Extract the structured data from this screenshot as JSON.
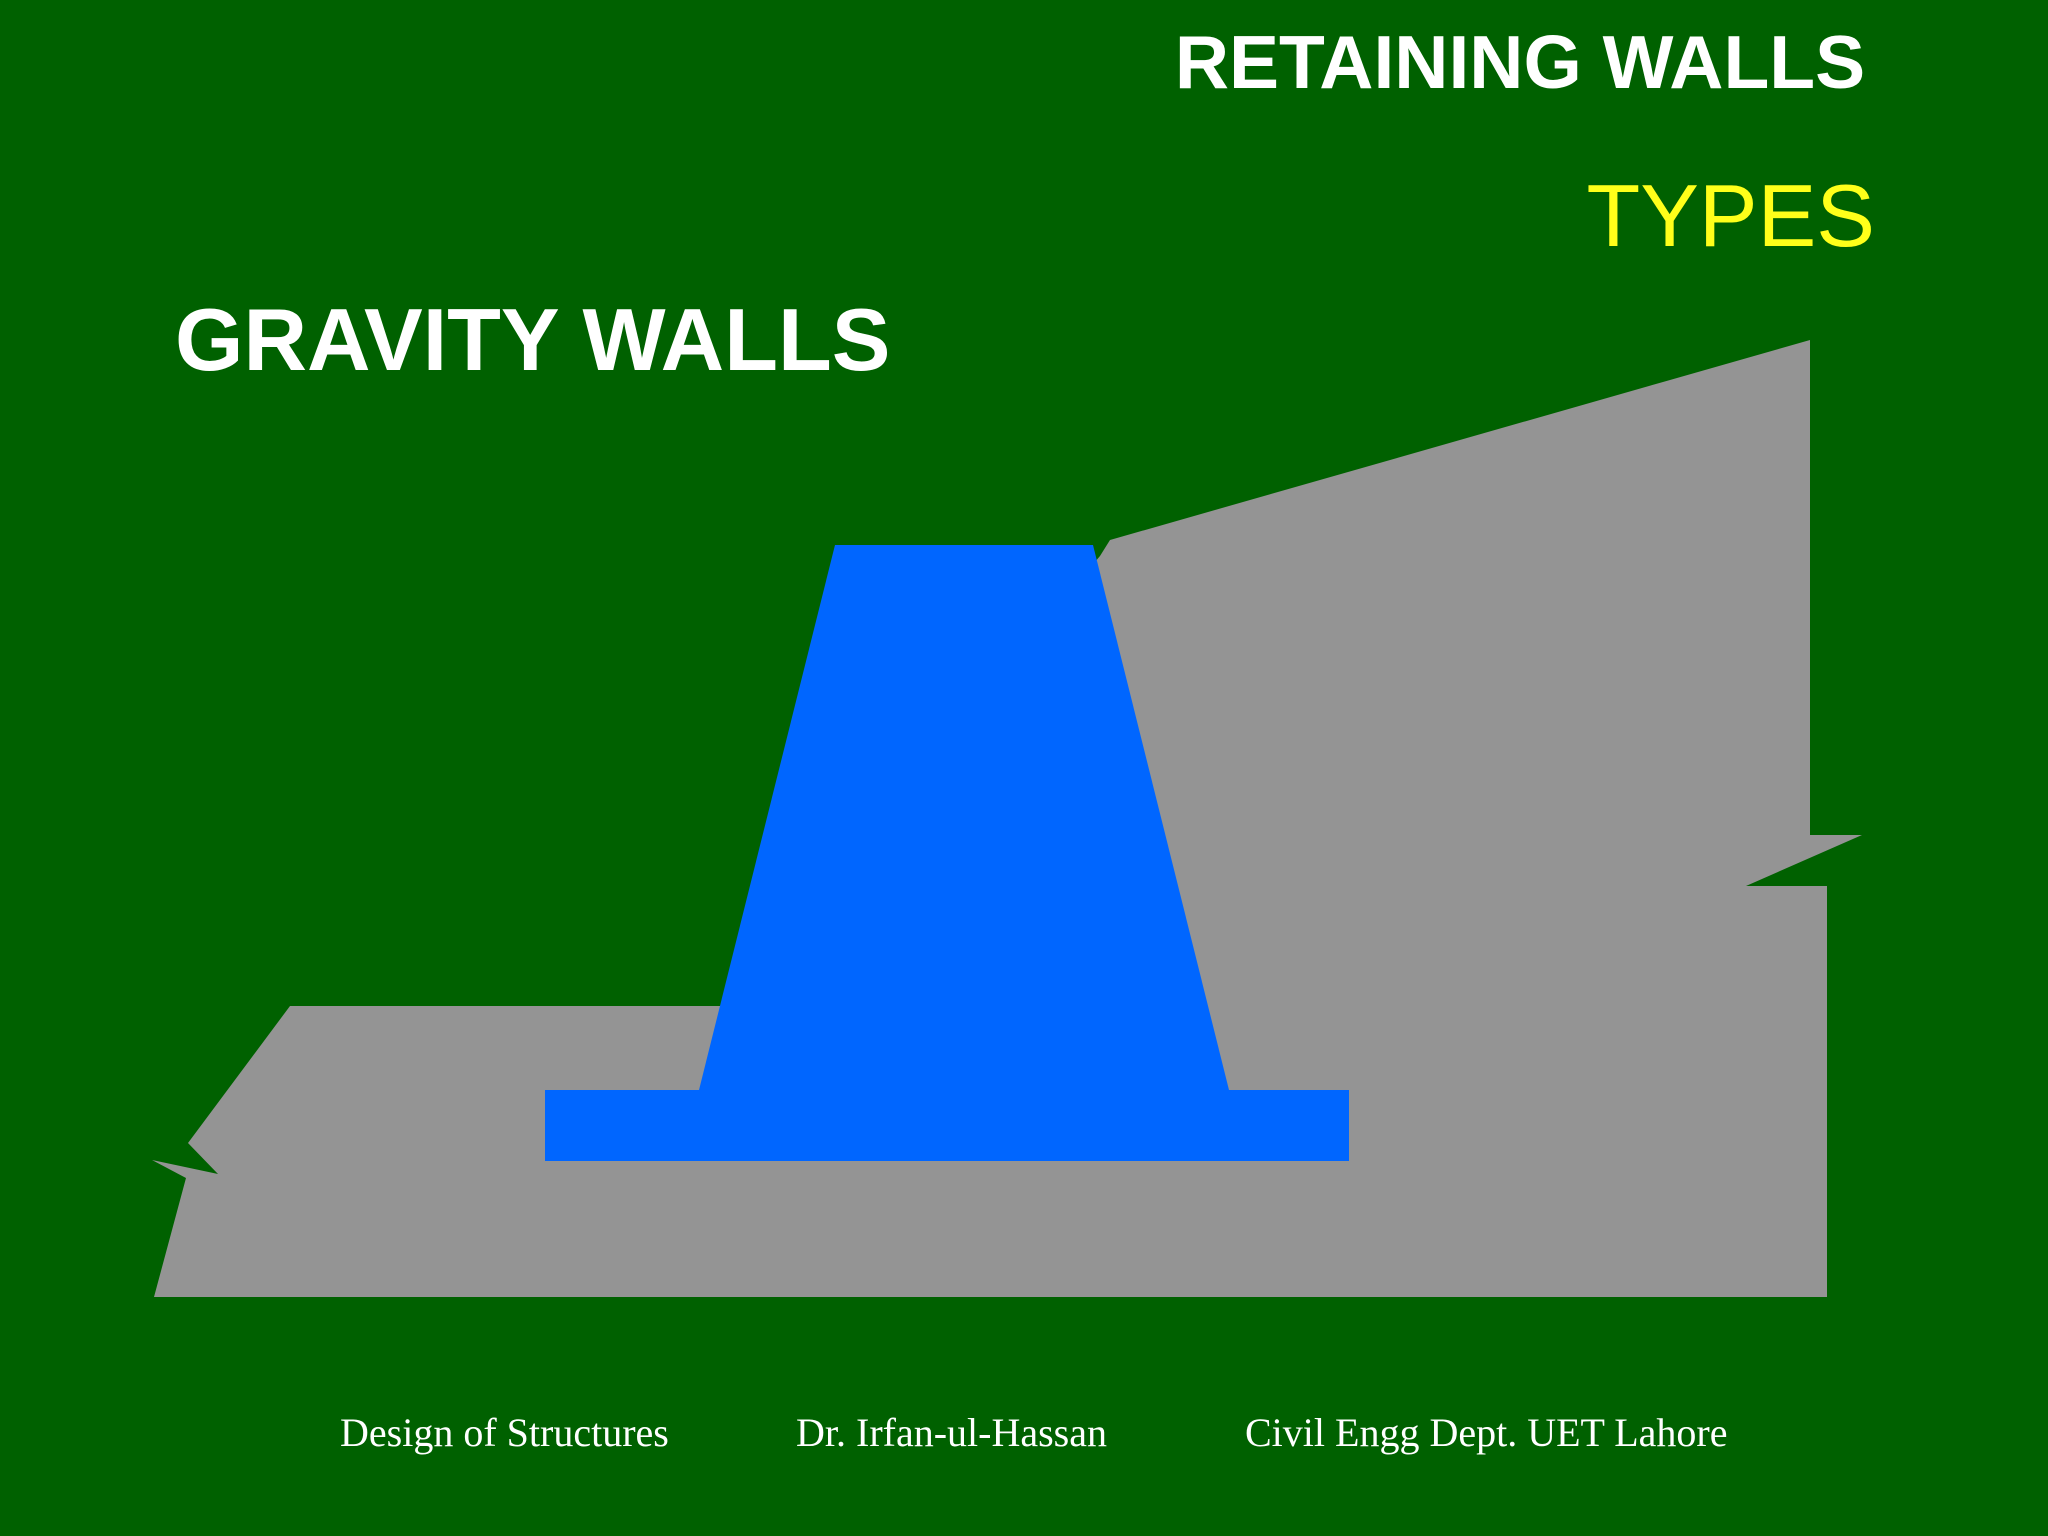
{
  "slide": {
    "title": "RETAINING WALLS",
    "subtitle": "TYPES",
    "section_heading": "GRAVITY WALLS"
  },
  "diagram": {
    "background_color": "#006100",
    "wall_color": "#0066ff",
    "soil_color": "#949494"
  },
  "footer": {
    "course": "Design of Structures",
    "author": "Dr. Irfan-ul-Hassan",
    "department": "Civil Engg Dept. UET Lahore"
  }
}
